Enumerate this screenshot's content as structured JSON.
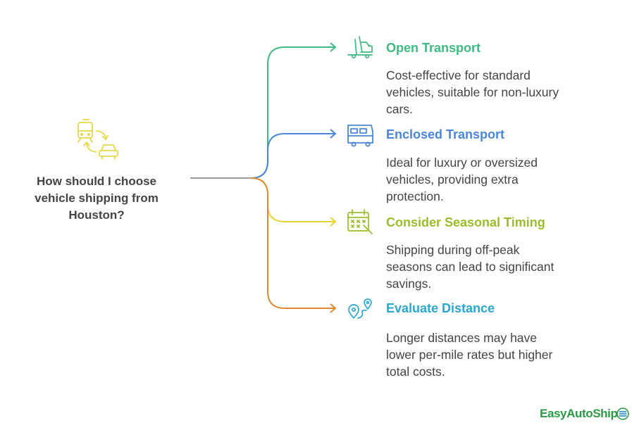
{
  "question": {
    "line1": "How should I choose",
    "line2": "vehicle shipping from",
    "line3": "Houston?",
    "icon": "car-train-exchange-icon"
  },
  "options": [
    {
      "title": "Open Transport",
      "desc": "Cost-effective for standard vehicles, suitable for non-luxury cars.",
      "color": "#3dbb82",
      "icon": "car-carrier-truck-icon"
    },
    {
      "title": "Enclosed Transport",
      "desc": "Ideal for luxury or oversized vehicles, providing extra protection.",
      "color": "#4b86d8",
      "icon": "enclosed-trailer-icon"
    },
    {
      "title": "Consider Seasonal Timing",
      "desc": "Shipping during off-peak seasons can lead to significant savings.",
      "color": "#9bbd2a",
      "icon": "calendar-icon"
    },
    {
      "title": "Evaluate Distance",
      "desc": "Longer distances may have lower per-mile rates but higher total costs.",
      "color": "#2aa7d2",
      "icon": "route-pin-icon"
    }
  ],
  "connector_colors": [
    "#3dbb82",
    "#4b86d8",
    "#e8d430",
    "#e08a30"
  ],
  "stem_color": "#9a9a9a",
  "question_icon_color": "#e8d84a",
  "brand": {
    "name": "EasyAutoShip",
    "color": "#2a9a44"
  }
}
